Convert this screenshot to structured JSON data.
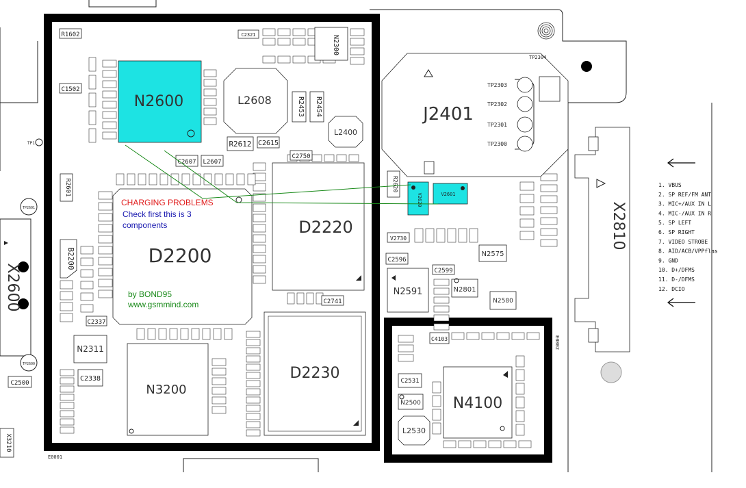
{
  "chips": {
    "n2600": "N2600",
    "l2608": "L2608",
    "j2401": "J2401",
    "l2400": "L2400",
    "r2612": "R2612",
    "c2615": "C2615",
    "d2220": "D2220",
    "d2200": "D2200",
    "d2230": "D2230",
    "n3200": "N3200",
    "n2311": "N2311",
    "n4100": "N4100",
    "l2530": "L2530",
    "n2591": "N2591",
    "x2810": "X2810",
    "x2600": "X2600",
    "b2200": "B2200",
    "n2300": "N2300",
    "c2338": "C2338",
    "c2337": "C2337",
    "c2500": "C2500",
    "x3210": "X3210",
    "c4103": "C4103",
    "c2531": "C2531",
    "n2580": "N2580",
    "n2575": "N2575",
    "n2801": "N2801",
    "n2500": "N2500",
    "v2730": "V2730",
    "c2596": "C2596",
    "c2599": "C2599",
    "c2741": "C2741",
    "c2750": "C2750",
    "c2607": "C2607",
    "l2607": "L2607",
    "c1502": "C1502",
    "r1602": "R1602",
    "r2453": "R2453",
    "r2454": "R2454",
    "r2601": "R2601",
    "v2601": "V2601",
    "r2620": "R2620",
    "v2620": "V2620",
    "c2321": "C2321"
  },
  "testpoints": [
    "TP2303",
    "TP2302",
    "TP2301",
    "TP2300",
    "TP2304",
    "TP1",
    "TP2601",
    "TP2600"
  ],
  "markers": [
    "E0001",
    "E0002"
  ],
  "note": {
    "title": "CHARGING  PROBLEMS",
    "line1": "Check  first this is 3",
    "line2": "components",
    "credit1": "by BOND95",
    "credit2": "www.gsmmind.com"
  },
  "pinout": [
    "1. VBUS",
    "2. SP REF/FM ANT",
    "3. MIC+/AUX IN  L",
    "4. MIC-/AUX IN  R",
    "5. SP LEFT",
    "6. SP RIGHT",
    "7. VIDEO STROBE",
    "8. AID/ACB/VPPflas",
    "9. GND",
    "10. D+/DFMS",
    "11. D-/DFMS",
    "12. DCIO"
  ],
  "colors": {
    "highlight": "#1de3e3",
    "red_text": "#e01b1b",
    "blue_text": "#1a1ab0",
    "green_text": "#1a8a1a",
    "guide_line": "#1a8a1a",
    "frame": "#000000"
  }
}
